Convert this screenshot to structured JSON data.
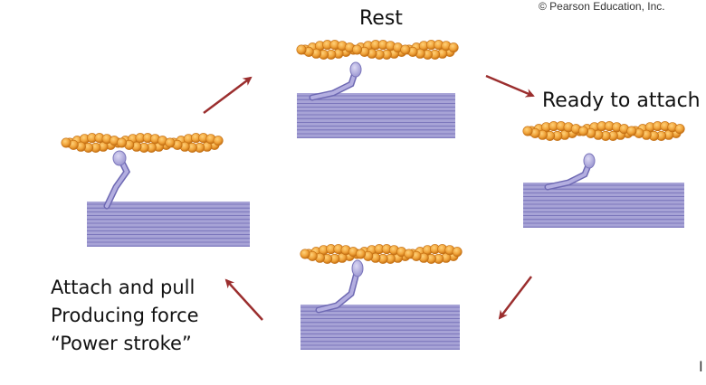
{
  "copyright": "© Pearson Education, Inc.",
  "stages": {
    "rest": "Rest",
    "ready": "Ready to attach",
    "power": [
      "Attach and pull",
      "Producing force",
      "“Power stroke”"
    ]
  },
  "stray_mark": "I",
  "colors": {
    "actin_bead": "#f0a33a",
    "actin_bead_dark": "#c46f12",
    "myosin_band": "#a7a3d6",
    "myosin_line": "#6e69b3",
    "myosin_head": "#b3aee0",
    "arrow": "#9b2e2e"
  }
}
